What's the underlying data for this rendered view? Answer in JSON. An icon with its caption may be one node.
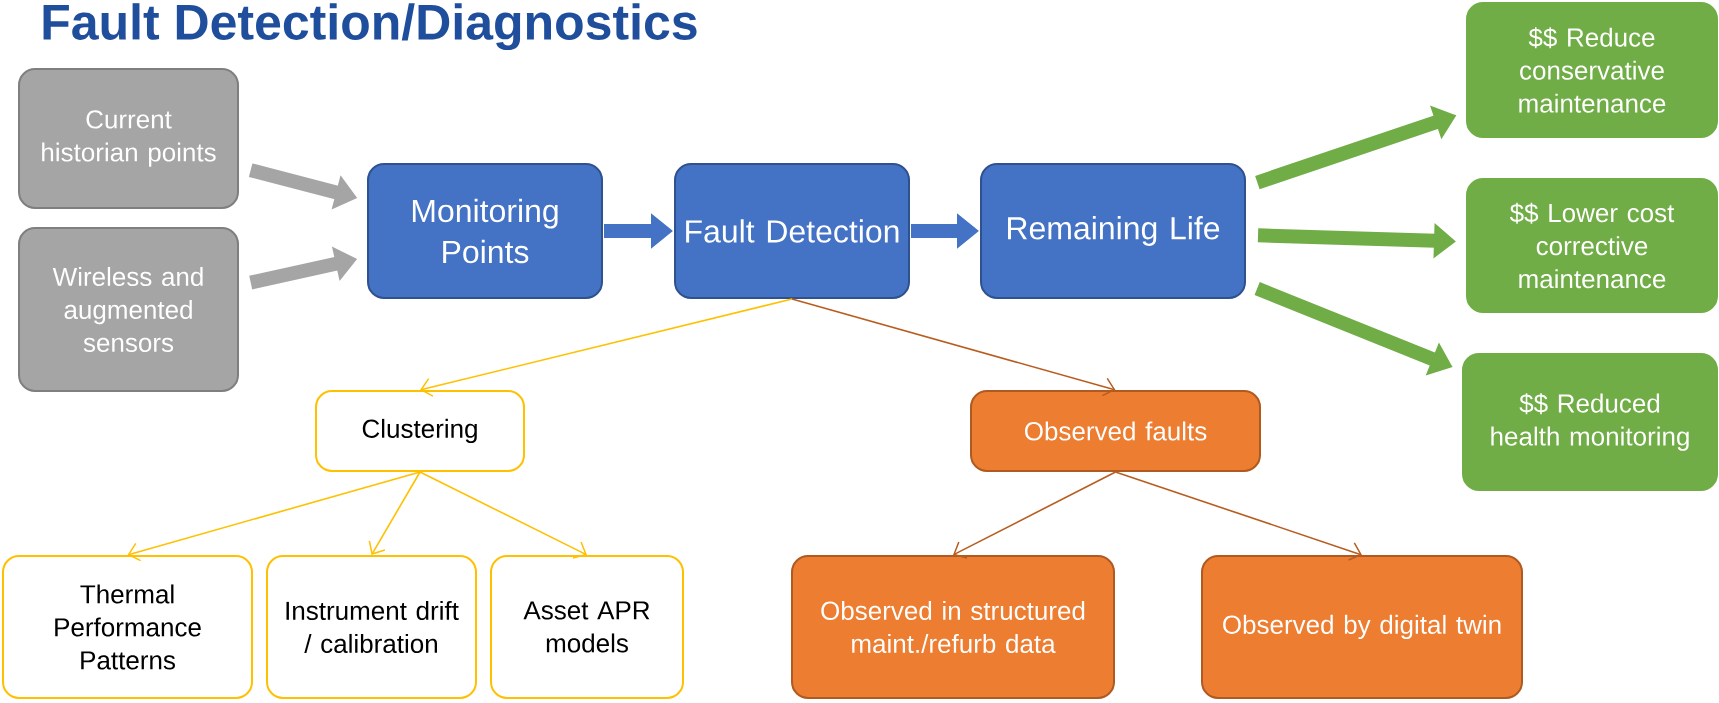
{
  "diagram": {
    "title": "Fault Detection/Diagnostics",
    "nodes": [
      {
        "text": [
          "Current historian points"
        ]
      },
      {
        "text": [
          "Wireless and augmented sensors"
        ]
      },
      {
        "text": [
          "Monitoring Points"
        ]
      },
      {
        "text": [
          "Fault Detection"
        ]
      },
      {
        "text": [
          "Remaining Life"
        ]
      },
      {
        "text": [
          "$$ Reduce conservative maintenance"
        ]
      },
      {
        "text": [
          "$$ Lower cost corrective maintenance"
        ]
      },
      {
        "text": [
          "$$ Reduced health monitoring"
        ]
      },
      {
        "text": [
          "Clustering"
        ]
      },
      {
        "text": [
          "Observed faults"
        ]
      },
      {
        "text": [
          "Thermal Performance Patterns"
        ]
      },
      {
        "text": [
          "Instrument drift  / calibration"
        ]
      },
      {
        "text": [
          "Asset APR models"
        ]
      },
      {
        "text": [
          "Observed in structured maint./refurb data"
        ]
      },
      {
        "text": [
          "Observed by digital twin"
        ]
      }
    ],
    "edges": [
      {
        "from": 0,
        "to": 2,
        "arrow": "to",
        "style": "thick",
        "color": "#a5a5a5"
      },
      {
        "from": 1,
        "to": 2,
        "arrow": "to",
        "style": "thick",
        "color": "#a5a5a5"
      },
      {
        "from": 2,
        "to": 3,
        "arrow": "to",
        "style": "thick",
        "color": "#4472c4"
      },
      {
        "from": 3,
        "to": 4,
        "arrow": "to",
        "style": "thick",
        "color": "#4472c4"
      },
      {
        "from": 4,
        "to": 5,
        "arrow": "to",
        "style": "thick",
        "color": "#70ad47"
      },
      {
        "from": 4,
        "to": 6,
        "arrow": "to",
        "style": "thick",
        "color": "#70ad47"
      },
      {
        "from": 4,
        "to": 7,
        "arrow": "to",
        "style": "thick",
        "color": "#70ad47"
      },
      {
        "from": 3,
        "to": 8,
        "arrow": "to"
      },
      {
        "from": 3,
        "to": 9,
        "arrow": "to",
        "color": "#b85c1f"
      },
      {
        "from": 8,
        "to": 10,
        "arrow": "to"
      },
      {
        "from": 8,
        "to": 11,
        "arrow": "to"
      },
      {
        "from": 8,
        "to": 12,
        "arrow": "to"
      },
      {
        "from": 9,
        "to": 13,
        "arrow": "to",
        "color": "#b85c1f"
      },
      {
        "from": 9,
        "to": 14,
        "arrow": "to",
        "color": "#b85c1f"
      }
    ]
  }
}
